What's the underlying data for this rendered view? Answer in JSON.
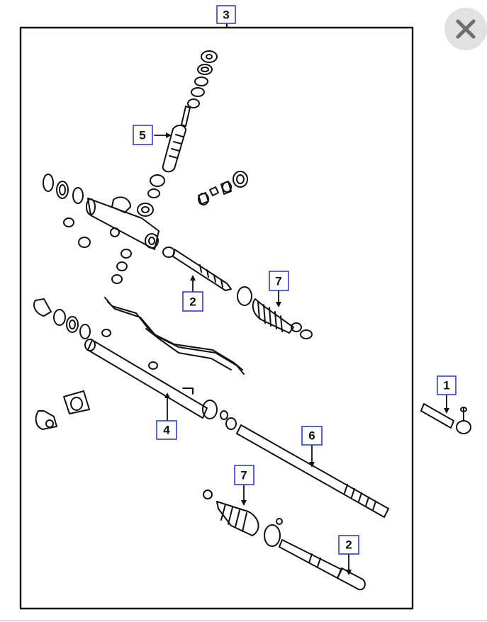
{
  "diagram": {
    "callouts": [
      {
        "id": "frame",
        "label": "3"
      },
      {
        "id": "pinion",
        "label": "5"
      },
      {
        "id": "inner-tie-rod-upper",
        "label": "2"
      },
      {
        "id": "boot-upper",
        "label": "7"
      },
      {
        "id": "tie-rod-end",
        "label": "1"
      },
      {
        "id": "housing",
        "label": "4"
      },
      {
        "id": "rack",
        "label": "6"
      },
      {
        "id": "boot-lower",
        "label": "7"
      },
      {
        "id": "inner-tie-rod-lower",
        "label": "2"
      }
    ]
  },
  "overlay": {
    "close_icon": "close-icon",
    "close_bg": "#e1e1e1",
    "close_glyph_color": "#6e6e6e"
  },
  "colors": {
    "callout_border": "#2f3fd0",
    "line": "#111111"
  }
}
